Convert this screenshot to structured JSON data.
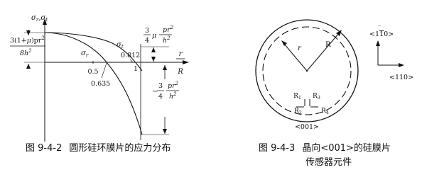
{
  "figure_left": {
    "y_axis_label": "σr,σt",
    "x_axis_label_top": "r",
    "x_axis_label_bottom": "R",
    "y_formula": {
      "numerator_left": "3(1+",
      "numerator_mu": "μ",
      "numerator_right": ")pr",
      "numerator_sup": "2",
      "denominator": "8h",
      "denominator_sup": "2"
    },
    "sigma_t_label": "σt",
    "sigma_r_label": "σr",
    "tick_05": "0.5",
    "tick_1": "1",
    "point_0812": "0.812",
    "point_0635": "0.635",
    "end_top": {
      "neg_coef_frac_num": "3",
      "neg_coef_frac_den": "4",
      "mu": "μ",
      "num": "pr",
      "num_sup": "2",
      "den": "h",
      "den_sup": "2"
    },
    "end_bottom": {
      "sign": "−",
      "coef_num": "3",
      "coef_den": "4",
      "num": "pr",
      "num_sup": "2",
      "den": "h",
      "den_sup": "2"
    },
    "caption_number": "图 9-4-2",
    "caption_text": "圆形硅环膜片的应力分布"
  },
  "figure_right": {
    "label_r_small": "r",
    "label_R_big": "R",
    "r1": "R",
    "r1_sub": "1",
    "r3": "R",
    "r3_sub": "3",
    "r2": "R",
    "r2_sub": "2",
    "r4": "R",
    "r4_sub": "4",
    "label_001": "<001>",
    "dir_1_1bar_0": "<1",
    "dir_1_1bar_0_bar": "1",
    "dir_1_1bar_0_end": "0>",
    "dir_110": "<110>",
    "caption_number": "图 9-4-3",
    "caption_line1": "晶向<001>的硅膜片",
    "caption_line2": "传感器元件"
  }
}
